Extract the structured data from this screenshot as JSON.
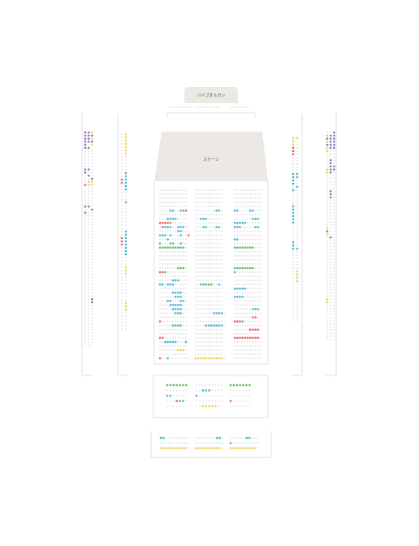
{
  "labels": {
    "organ": "パイプオルガン",
    "stage": "ステージ"
  },
  "colors": {
    "background": "#ffffff",
    "stage_fill": "#ece8e4",
    "frame": "#d9d9d9",
    "seat_empty": "#e6e6e6",
    "seat_s": "#52b6cf",
    "seat_a": "#6dbb6b",
    "seat_b": "#f2d15b",
    "seat_c": "#e8686e",
    "seat_d": "#8d79b6"
  },
  "seat_blocks": [
    {
      "id": "organ-balcony-left",
      "rows": [
        "eeeeeeeeee"
      ]
    },
    {
      "id": "organ-balcony-center",
      "rows": [
        "eeeeeeeeee"
      ]
    },
    {
      "id": "organ-balcony-right",
      "rows": [
        "eeeeeeee"
      ]
    },
    {
      "id": "side-left-outer",
      "rows": [
        "ddb",
        "ddd",
        "ddb",
        "ddd",
        "deb",
        "dde",
        "eee",
        "eee",
        "eee",
        "eee",
        "eee",
        "eee",
        "dde",
        "dee",
        "ede",
        "eed",
        "ebb",
        "dbb",
        "eee",
        "eee",
        "eee",
        "eee",
        "eee",
        "eee",
        "dde",
        "eed",
        "dee",
        "eee",
        "eee",
        "eee",
        "eee",
        "eee",
        "eee",
        "eee",
        "eee",
        "eee",
        "eee",
        "eee",
        "eee",
        "eee",
        "eee",
        "eee",
        "eee",
        "eee",
        "eee",
        "eee",
        "eee",
        "eee",
        "eee",
        "eee",
        "eee",
        "eee",
        "eee",
        "eee",
        "eed",
        "eed",
        "eee",
        "eee",
        "eee",
        "eee",
        "eee",
        "eee",
        "eee",
        "eee",
        "eee",
        "eee",
        "eee",
        "eee",
        "eee",
        "eee"
      ]
    },
    {
      "id": "side-left-inner",
      "rows": [
        "eb",
        "eb",
        "eb",
        "eb",
        "eb",
        "eb",
        "eb",
        "ee",
        "ee",
        "ee",
        "ee",
        "ee",
        "es",
        "es",
        "cs",
        "cs",
        "es",
        "es",
        "ee",
        "ee",
        "ee",
        "es",
        "ee",
        "ee",
        "ee",
        "ee",
        "ee",
        "ee",
        "ee",
        "ee",
        "es",
        "es",
        "cs",
        "cs",
        "cs",
        "es",
        "es",
        "es",
        "ee",
        "ee",
        "ee",
        "eb",
        "eb",
        "eb",
        "ee",
        "ee",
        "ee",
        "ee",
        "ee",
        "ee",
        "ee",
        "ee",
        "eb",
        "eb",
        "eb",
        "ee",
        "ee",
        "ee",
        "ee",
        "ee",
        "ee"
      ]
    },
    {
      "id": "side-right-inner",
      "rows": [
        "bb",
        "be",
        "be",
        "ce",
        "ce",
        "ce",
        "ee",
        "ee",
        "ee",
        "ee",
        "ee",
        "ss",
        "ss",
        "se",
        "se",
        "es",
        "se",
        "ee",
        "ee",
        "ee",
        "ee",
        "se",
        "se",
        "se",
        "se",
        "se",
        "se",
        "ee",
        "ee",
        "ee",
        "ee",
        "ee",
        "se",
        "se",
        "ss",
        "ee",
        "ee",
        "ee",
        "ee",
        "ee",
        "ee",
        "eb",
        "eb",
        "eb",
        "eb",
        "ee",
        "ee",
        "ee",
        "ee",
        "ee",
        "ee",
        "ee",
        "ee",
        "ee",
        "ee",
        "ee",
        "ee"
      ]
    },
    {
      "id": "side-right-outer",
      "rows": [
        "eed",
        "bdd",
        "ddd",
        "bdd",
        "ddd",
        "bdd",
        "bee",
        "eee",
        "eee",
        "ede",
        "ede",
        "edd",
        "bdd",
        "bde",
        "eee",
        "eee",
        "eee",
        "eee",
        "eee",
        "ede",
        "ede",
        "ede",
        "eee",
        "eee",
        "eee",
        "eee",
        "eee",
        "eee",
        "eee",
        "eee",
        "eee",
        "bee",
        "dee",
        "bee",
        "ede",
        "eee",
        "eee",
        "eee",
        "eee",
        "eee",
        "eee",
        "eee",
        "eee",
        "eee",
        "eee",
        "eee",
        "eee",
        "eee",
        "eee",
        "eee",
        "eee",
        "eee",
        "eee",
        "eee",
        "bee",
        "bee",
        "eee",
        "eee",
        "eee",
        "eee",
        "eee",
        "eee",
        "eee",
        "eee",
        "eee",
        "eee",
        "eee",
        "eee"
      ]
    },
    {
      "id": "main-left",
      "rows": [
        "eeeeeeeeeee",
        "eeeeeeeeeee",
        "eeeeeeeeeee",
        "eeeeeeeeeee",
        "eeeeeeeeeee",
        "eeeesseessc",
        "eeeeeeeeeee",
        "eeesssseeee",
        "ccccceeeeee",
        "ecssseesssee",
        "eeeeeeesseee",
        "ssseseeeseec",
        "eeeseeeeeee",
        "seeeaaeesee",
        "aaaaaaaaaae",
        "eeeeeeeeeee",
        "eeeeeeeeeee",
        "eeeeeeeeeee",
        "eeeeeeeeeee",
        "eeeeeeeaaae",
        "ccaeeeeeeee",
        "eeeeeeeeeee",
        "eeeeessseee",
        "ssessseeeee",
        "eeeeeeeeeee",
        "eeeeessssee",
        "eeeeeesssee",
        "eeesseeesse",
        "eeeesssssee",
        "eeeeesssseee",
        "eeeeeesssee",
        "eeeeeeeeeee",
        "ceeeeeeeeee",
        "eeeeesssaee",
        "eeeeeeeeeee",
        "eeeeeeeeeee",
        "cceeeeeeeee",
        "eessssseees",
        "eeeeeeeeeee",
        "eeeeeeebbbe",
        "eeeeeeeeeee",
        "ceeseeeeeeee"
      ]
    },
    {
      "id": "main-center",
      "rows": [
        "eeeeeeeeeee",
        "eeeeeeeeeee",
        "eeeeeeeeeee",
        "eeeeeeeeeee",
        "eeeeeeeeeee",
        "eeeeeeeesse",
        "eeeeeeeeeee",
        "eessseeeeee",
        "eeeeeeeeeee",
        "eeesseeesse",
        "eeeeeeeeeee",
        "eeeeeeeeeee",
        "eeeeeeeeeee",
        "eeeeeeeeeee",
        "eeeeeeeeeee",
        "eeeeeeeeeee",
        "eeeeeeeeeee",
        "eeeeeeeeeee",
        "eeeeeeeeeee",
        "eeeeeeeeeee",
        "eeeeeeeeeee",
        "eeeeeeeeeee",
        "eeeeeeeeeee",
        "eessaaaeese",
        "eeeeeeeeeee",
        "eeeeeeeeeee",
        "eeeeeeeeeee",
        "eeeeeeeeeee",
        "eeeeeeeeeee",
        "eeeeeeeeeee",
        "eeeeeeesssse",
        "eeeeeeeeeee",
        "eeeeeeeeeee",
        "eeeessssssse",
        "eeeeeeeeeee",
        "eeeeeeeeeee",
        "eeeeeeeeeee",
        "eeeeeeeeeee",
        "eeeeeeeeeee",
        "eeeeeeeeeee",
        "eeeeeeeeeee",
        "bbbbbbbbbbbe"
      ]
    },
    {
      "id": "main-right",
      "rows": [
        "eeeeeeeeeee",
        "eeeeeeeeeee",
        "eeeeeeeeeee",
        "eeeeeeeeeee",
        "eeeeeeeeeee",
        "sseeeesseee",
        "eeeeeeeeeee",
        "eeeeeeessse",
        "ssssseeeeee",
        "ssseeeeesse",
        "eeeeeeeeeee",
        "eeeeeeeeeee",
        "sseeeeeeeee",
        "eeeeeeeeeee",
        "aaaaaaaaeee",
        "eeeeeeeeeee",
        "eeeeeeeeeee",
        "eeeeeeeeeee",
        "eeeeeeeeeee",
        "aaaaaaaaeee",
        "aeeeeeeeeee",
        "eeeeeeeeeee",
        "eeeeeeeeeee",
        "eeeeeeeeeee",
        "ssssseeeeee",
        "eeeeeeeeeee",
        "sssseeeeeee",
        "eeeeeeeeeee",
        "eeeeeeeeeee",
        "eeeeeeessse",
        "eeeeeeeeeee",
        "eeeeeeecce",
        "cccseeeeeee",
        "eeeeeeeeeee",
        "eeeeeecccce",
        "eeeeeeeeeee",
        "cccccccccce",
        "eeeeeeeeeee",
        "eeeeeeeeeee",
        "eeeeeeeeeee",
        "eeeeeeeeeee",
        "eeeeeeeeeee"
      ]
    },
    {
      "id": "rear-left",
      "rows": [
        "aaaaaaa",
        "eeeeeee",
        "sseeeee",
        "eeecsse",
        "eeeeeee"
      ]
    },
    {
      "id": "rear-center",
      "rows": [
        "eeeeeeeee",
        "eessseeee",
        "seeeeeeee",
        "eeeeeeeee",
        "eebbbbbee"
      ]
    },
    {
      "id": "rear-right",
      "rows": [
        "aaaaaaa",
        "eeeeeee",
        "eeeeeee",
        "ceeeeee",
        "eeeeeee"
      ]
    },
    {
      "id": "balcony-left",
      "rows": [
        "sseeeeeeeee",
        "eeeeeeeeeee",
        "bbbbbbbbbbe"
      ]
    },
    {
      "id": "balcony-center",
      "rows": [
        "eeeeeeeesse",
        "eeeeeeeeeee",
        "bbbbbbbbbbe"
      ]
    },
    {
      "id": "balcony-right",
      "rows": [
        "eeeeeesseee",
        "aeeeeeeeeee",
        "bbbbbbbbbbe"
      ]
    }
  ]
}
